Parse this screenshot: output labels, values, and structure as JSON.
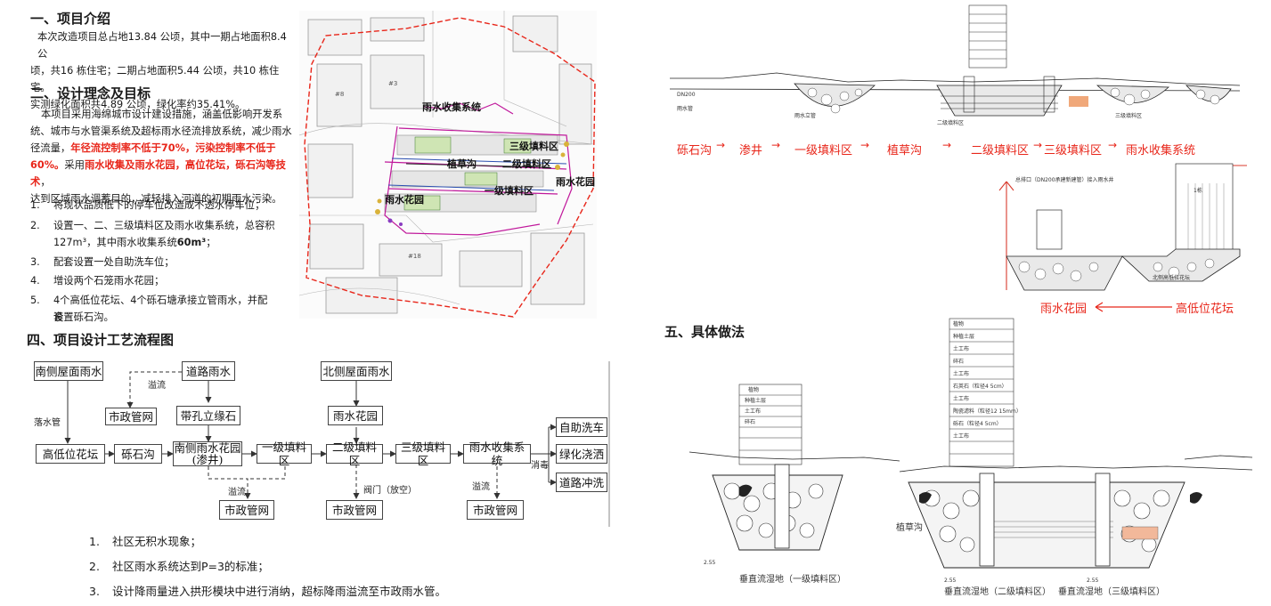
{
  "sec1": {
    "title": "一、项目介绍",
    "lines": [
      "本次改造项目总占地13.84 公顷，其中一期占地面积8.4 公",
      "顷，共16 栋住宅；二期占地面积5.44 公顷，共10 栋住宅。",
      "实测绿化面积共4.89 公顷，绿化率约35.41%。"
    ]
  },
  "sec2": {
    "title": "二、设计理念及目标",
    "l1": "本项目采用海绵城市设计建设措施，涵盖低影响开发系",
    "l2": "统、城市与水管渠系统及超标雨水径流排放系统，减少雨水",
    "l3a": "径流量，",
    "l3b": "年径流控制率不低于70%，污染控制率不低于",
    "l4a": "60%。",
    "l4b": "采用",
    "l4c": "雨水收集及雨水花园，高位花坛，砾石沟等技术",
    "l4d": "，",
    "l5": "达到区域雨水调蓄目的，减轻排入河道的初期雨水污染。",
    "items": [
      {
        "num": "1.",
        "text": "将现状品质低下的停车位改造成不透水停车位；"
      },
      {
        "num": "2.",
        "text": "设置一、二、三级填料区及雨水收集系统，总容积",
        "text2a": "127m³，其中雨水收集系统",
        "text2b": "60m³",
        "text2c": "；"
      },
      {
        "num": "3.",
        "text": "配套设置一处自助洗车位；"
      },
      {
        "num": "4.",
        "text": "增设两个石笼雨水花园；"
      },
      {
        "num": "5.",
        "text": "4个高低位花坛、4个砾石塘承接立管雨水，并配套",
        "text2": "设置砾石沟。"
      }
    ]
  },
  "map": {
    "labels": [
      "雨水收集系统",
      "三级填料区",
      "植草沟",
      "二级填料区",
      "雨水花园",
      "一级填料区",
      "雨水花园"
    ],
    "bldg": [
      "#18",
      "#3",
      "#8"
    ]
  },
  "sec4": {
    "title": "四、项目设计工艺流程图",
    "boxes": {
      "south_roof": "南侧屋面雨水",
      "road": "道路雨水",
      "north_roof": "北侧屋面雨水",
      "municipal_top": "市政管网",
      "curb": "带孔立缘石",
      "rain_garden_n": "雨水花园",
      "planter": "高低位花坛",
      "gravel": "砾石沟",
      "south_garden": "南侧雨水花园",
      "south_garden_sub": "(渗井)",
      "fill1": "一级填料区",
      "fill2": "二级填料区",
      "fill3": "三级填料区",
      "collect": "雨水收集系统",
      "wash": "自助洗车",
      "irrigate": "绿化浇洒",
      "road_wash": "道路冲洗",
      "muni1": "市政管网",
      "muni2": "市政管网",
      "muni3": "市政管网"
    },
    "labels": {
      "overflow_top": "溢流",
      "downpipe": "落水管",
      "overflow_mid": "溢流",
      "valve": "阀门（放空）",
      "overflow_right": "溢流",
      "disinfect": "消毒"
    }
  },
  "outcomes": [
    {
      "num": "1.",
      "text": "社区无积水现象；"
    },
    {
      "num": "2.",
      "text": "社区雨水系统达到P=3的标准；"
    },
    {
      "num": "3.",
      "text": "设计降雨量进入拱形模块中进行消纳，超标降雨溢流至市政雨水管。"
    }
  ],
  "flow_row": [
    "砾石沟",
    "渗井",
    "一级填料区",
    "植草沟",
    "二级填料区",
    "三级填料区",
    "雨水收集系统"
  ],
  "section_labels": [
    "雨水花园",
    "高低位花坛"
  ],
  "sec5": {
    "title": "五、具体做法",
    "captions": [
      "垂直流湿地（一级填料区）",
      "垂直流湿地（二级填料区）",
      "垂直流湿地（三级填料区）"
    ],
    "ditch": "植草沟"
  },
  "colors": {
    "accent_red": "#e8261a",
    "map_red": "#e8261a",
    "magenta": "#c0189b"
  }
}
